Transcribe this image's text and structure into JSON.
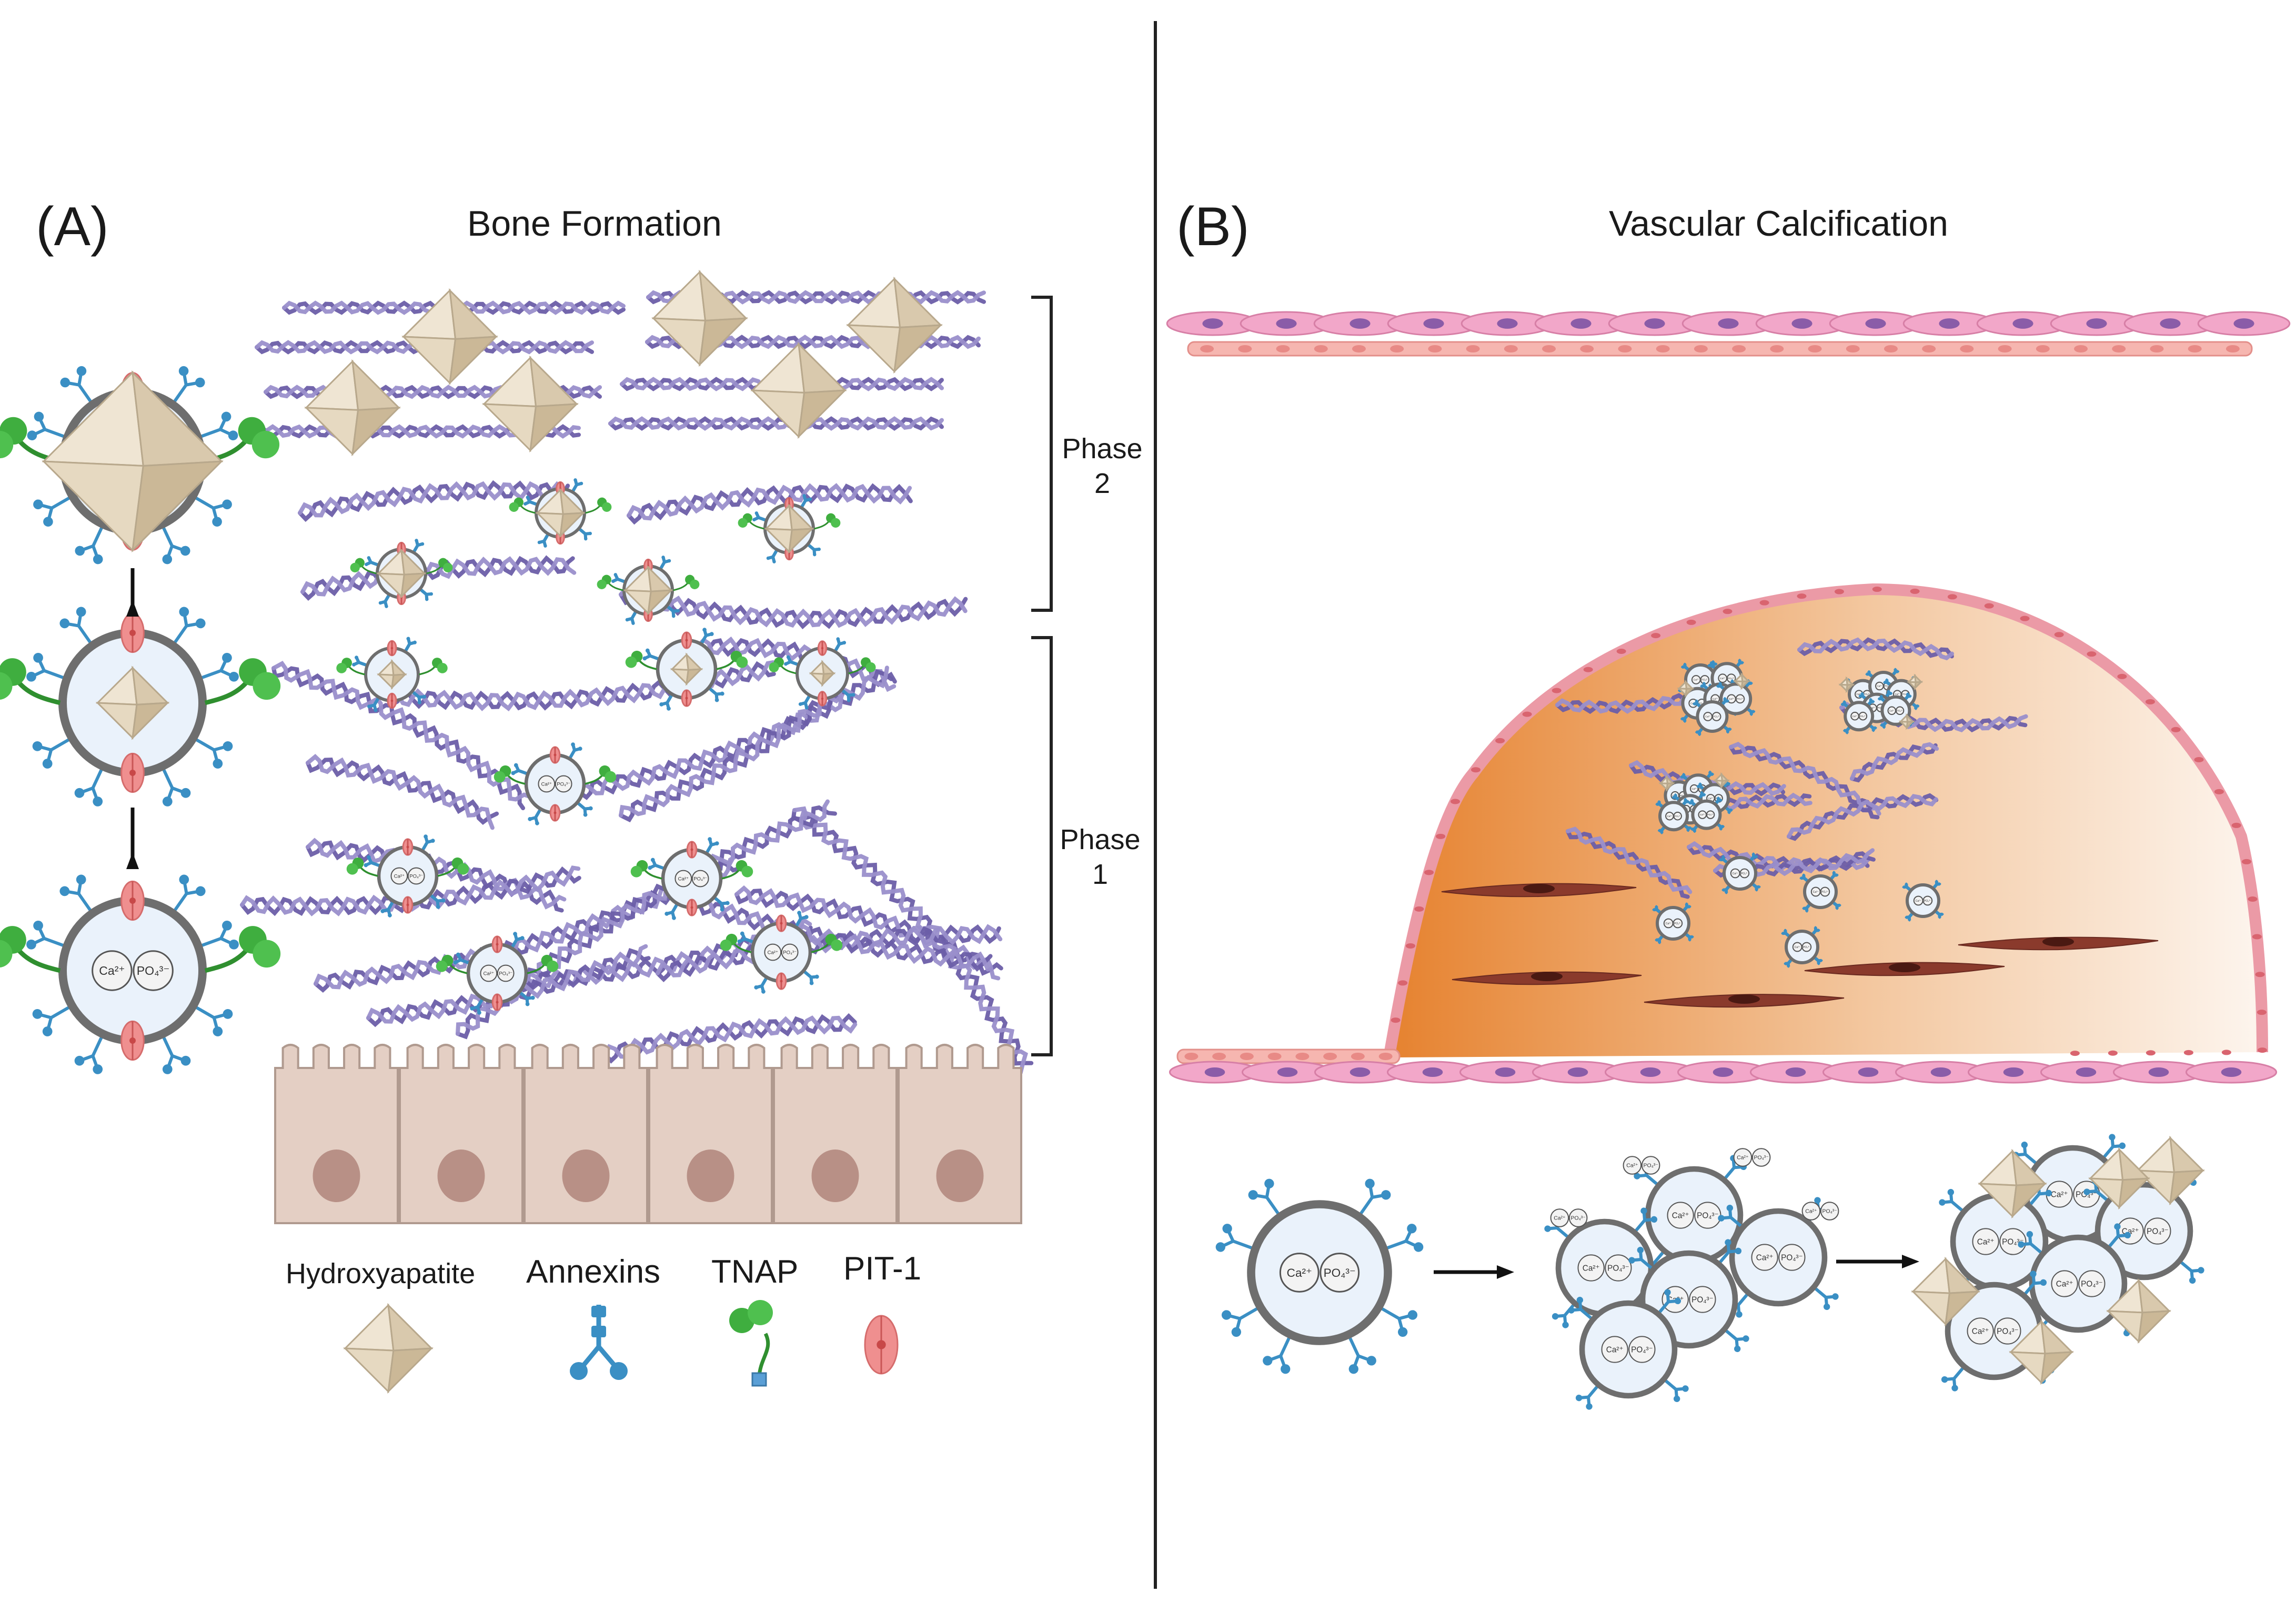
{
  "panel_a": {
    "letter": "(A)",
    "title": "Bone Formation",
    "phase2": {
      "word": "Phase",
      "num": "2"
    },
    "phase1": {
      "word": "Phase",
      "num": "1"
    }
  },
  "panel_b": {
    "letter": "(B)",
    "title": "Vascular Calcification"
  },
  "legend": {
    "hydroxyapatite": "Hydroxyapatite",
    "annexins": "Annexins",
    "tnap": "TNAP",
    "pit1": "PIT-1"
  },
  "vesicle": {
    "ca": "Ca²⁺",
    "po": "PO₄³⁻"
  },
  "icons": {
    "crystal": "hydroxyapatite-crystal-icon",
    "annexin": "annexin-icon",
    "tnap": "tnap-enzyme-icon",
    "pit1": "pit1-transporter-icon"
  },
  "colors": {
    "collagen": "#6b5ea8",
    "crystal": "#e3d6c0",
    "annexin": "#3a8fc4",
    "tnap": "#3fae3f",
    "pit1": "#ef8f8f",
    "membrane": "#6e6e6e",
    "vesicle_fill": "#eaf2fb",
    "endothelium": "#f2a7c9",
    "smooth_muscle": "#8a3a2c",
    "plaque": "#e98a3c",
    "osteoblast": "#e4cfc4"
  }
}
